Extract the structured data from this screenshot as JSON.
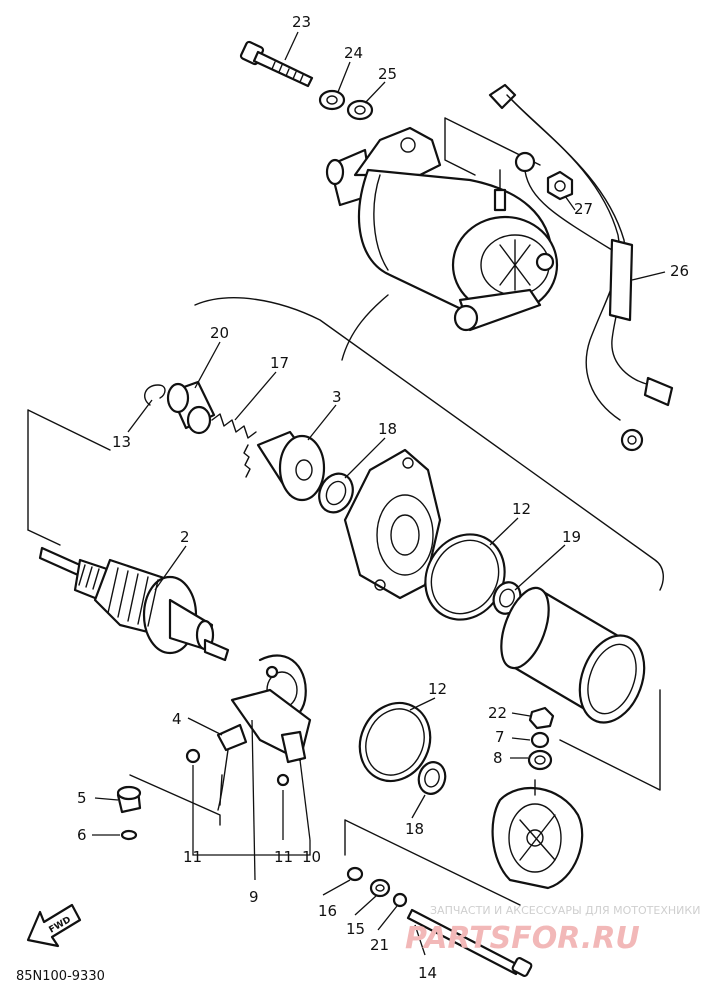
{
  "diagram": {
    "code": "85N100-9330",
    "direction_label": "FWD",
    "callouts": [
      "23",
      "24",
      "25",
      "27",
      "26",
      "20",
      "17",
      "3",
      "13",
      "18",
      "12",
      "19",
      "2",
      "4",
      "12",
      "22",
      "7",
      "8",
      "5",
      "6",
      "18",
      "11",
      "11",
      "10",
      "9",
      "16",
      "15",
      "21",
      "14"
    ]
  },
  "watermark": {
    "line1": "ЗАПЧАСТИ И АКСЕССУАРЫ ДЛЯ МОТОТЕХНИКИ",
    "line2": "PARTSFOR.RU"
  }
}
